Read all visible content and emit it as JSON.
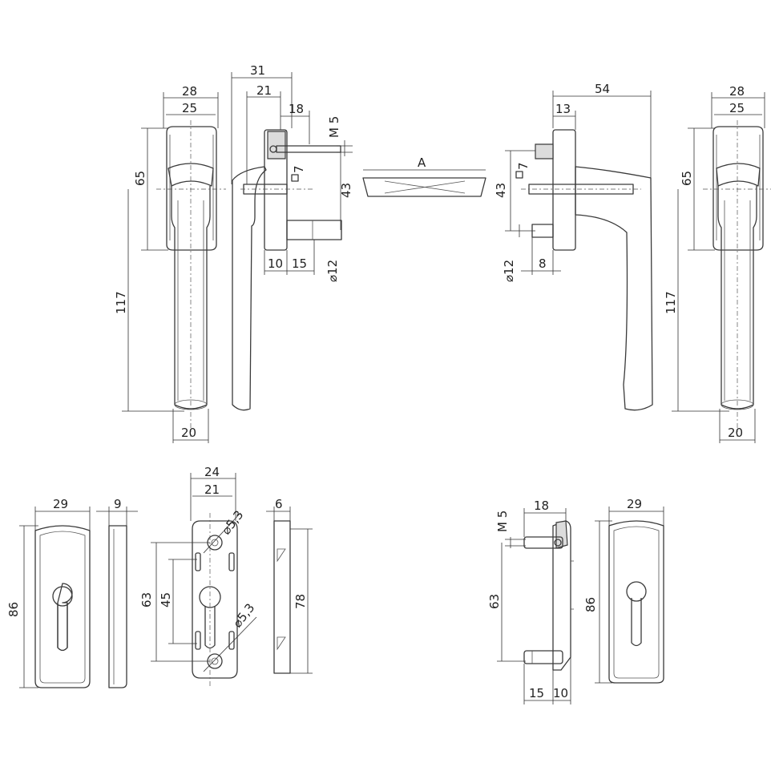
{
  "dimensions": {
    "handle_front_left": {
      "w28": "28",
      "w25": "25",
      "h65": "65",
      "h117": "117",
      "w20": "20"
    },
    "handle_side_left": {
      "d31": "31",
      "d21": "21",
      "d18": "18",
      "m5": "M 5",
      "sq7": "7",
      "d43": "43",
      "d10": "10",
      "d15": "15",
      "dia12": "⌀12"
    },
    "spindle": {
      "a": "A"
    },
    "handle_side_right": {
      "d54": "54",
      "d13": "13",
      "sq7": "7",
      "d43": "43",
      "dia12": "⌀12",
      "d8": "8"
    },
    "handle_front_right": {
      "w28": "28",
      "w25": "25",
      "h65": "65",
      "h117": "117",
      "w20": "20"
    },
    "rosette_front_left": {
      "w29": "29",
      "h86": "86"
    },
    "rosette_side_left": {
      "w9": "9"
    },
    "backplate_front": {
      "w24": "24",
      "w21": "21",
      "hole_top": "⌀5,3",
      "hole_bottom": "⌀5,3",
      "h63": "63",
      "h45": "45"
    },
    "backplate_side": {
      "w6": "6",
      "h78": "78"
    },
    "inner_plate_side": {
      "m5": "M 5",
      "d18": "18",
      "h63": "63",
      "d15": "15",
      "d10": "10"
    },
    "rosette_front_right": {
      "w29": "29",
      "h86": "86"
    }
  },
  "colors": {
    "line": "#3a3a3a",
    "shade": "#dcdcdc"
  }
}
